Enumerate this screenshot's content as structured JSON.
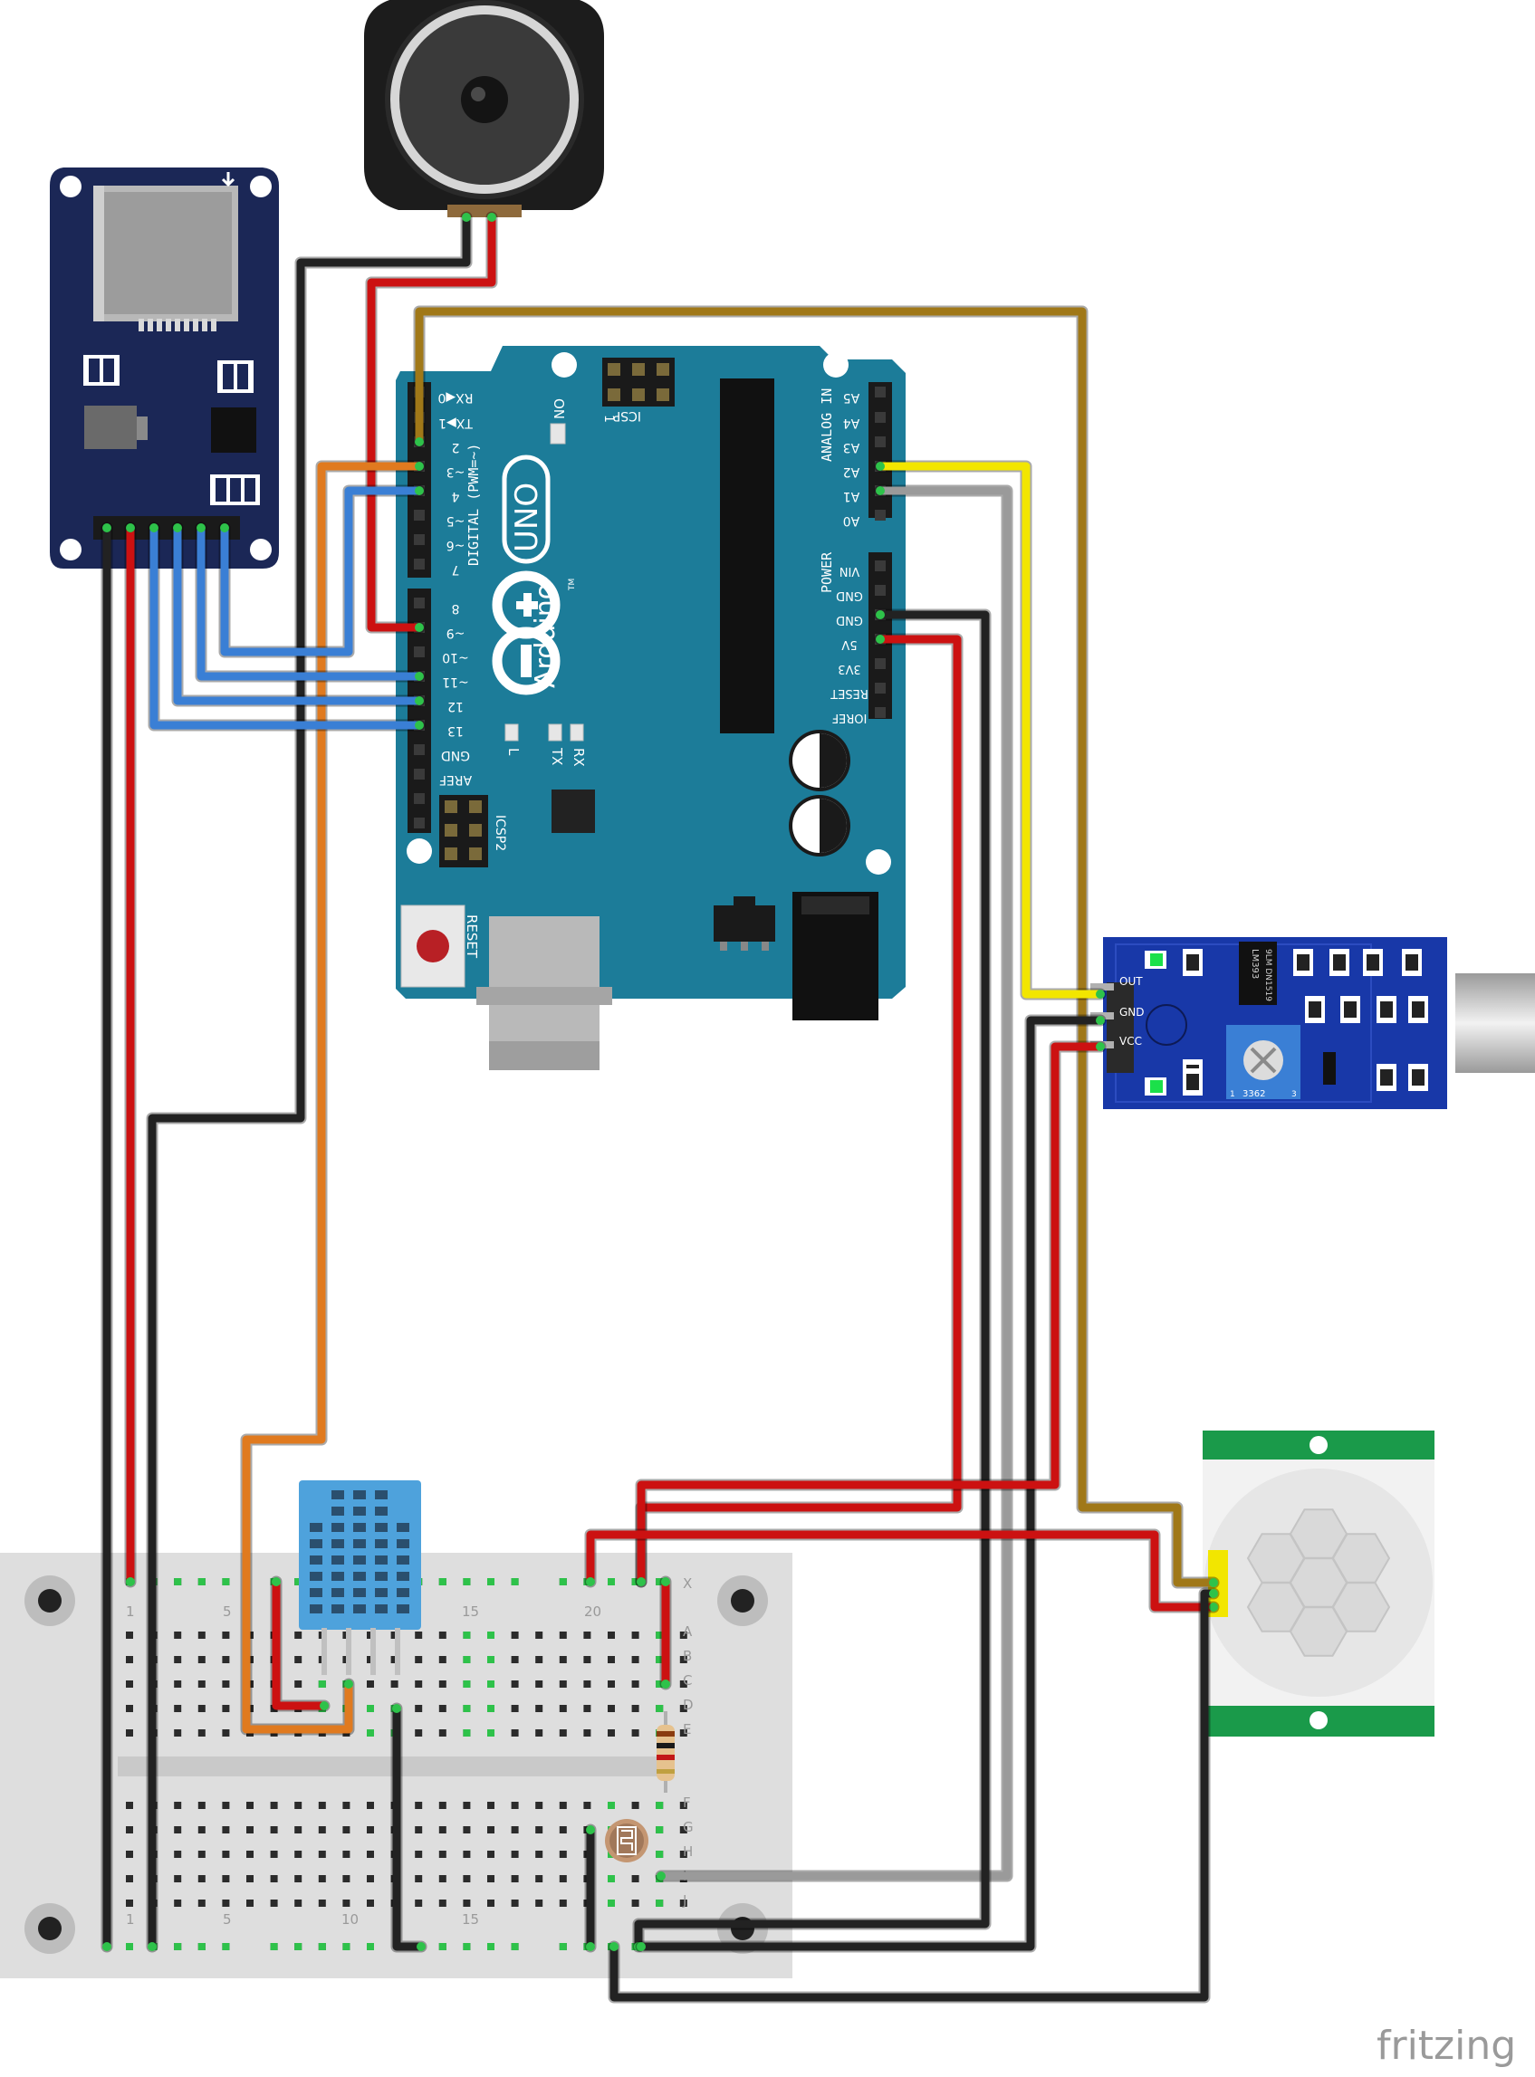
{
  "watermark": "fritzing",
  "arduino": {
    "brand": "Arduino",
    "trademark": "TM",
    "model": "UNO",
    "on_label": "ON",
    "icsp_label": "ICSP",
    "icsp_pin1": "1",
    "icsp2_label": "ICSP2",
    "reset_label": "RESET",
    "led_l": "L",
    "led_tx": "TX",
    "led_rx": "RX",
    "digital_label": "DIGITAL (PWM=~)",
    "analog_label": "ANALOG IN",
    "power_label": "POWER",
    "digital_pins": [
      "RX◀0",
      "TX▶1",
      "2",
      "~3",
      "4",
      "~5",
      "~6",
      "7",
      "8",
      "~9",
      "~10",
      "~11",
      "12",
      "13",
      "GND",
      "AREF"
    ],
    "analog_pins": [
      "A5",
      "A4",
      "A3",
      "A2",
      "A1",
      "A0"
    ],
    "power_pins": [
      "VIN",
      "GND",
      "GND",
      "5V",
      "3V3",
      "RESET",
      "IOREF"
    ]
  },
  "sound_sensor": {
    "pins": [
      "OUT",
      "GND",
      "VCC"
    ],
    "chip": "LM393",
    "chip_code": "9LM DN1519",
    "pot": "3362",
    "pot_pin1": "1",
    "pot_pin3": "3"
  },
  "breadboard": {
    "columns_top": [
      "1",
      "5",
      "15",
      "20"
    ],
    "columns_bottom": [
      "1",
      "5",
      "10",
      "15"
    ],
    "rows_top": [
      "X",
      "A",
      "B",
      "C",
      "D",
      "E"
    ],
    "rows_bottom": [
      "F",
      "G",
      "H",
      "I",
      "J"
    ]
  },
  "colors": {
    "wire_black": "#222222",
    "wire_red": "#cc1111",
    "wire_blue": "#3a7fd5",
    "wire_orange": "#e07a1f",
    "wire_yellow": "#f2e600",
    "wire_gray": "#9a9a9a",
    "wire_brown": "#a07818",
    "arduino_teal": "#1c7c99",
    "pcb_navy": "#1b2756",
    "pcb_blue": "#1838a8",
    "pir_green": "#1a9a4a",
    "dht_blue": "#4ea2dc"
  }
}
